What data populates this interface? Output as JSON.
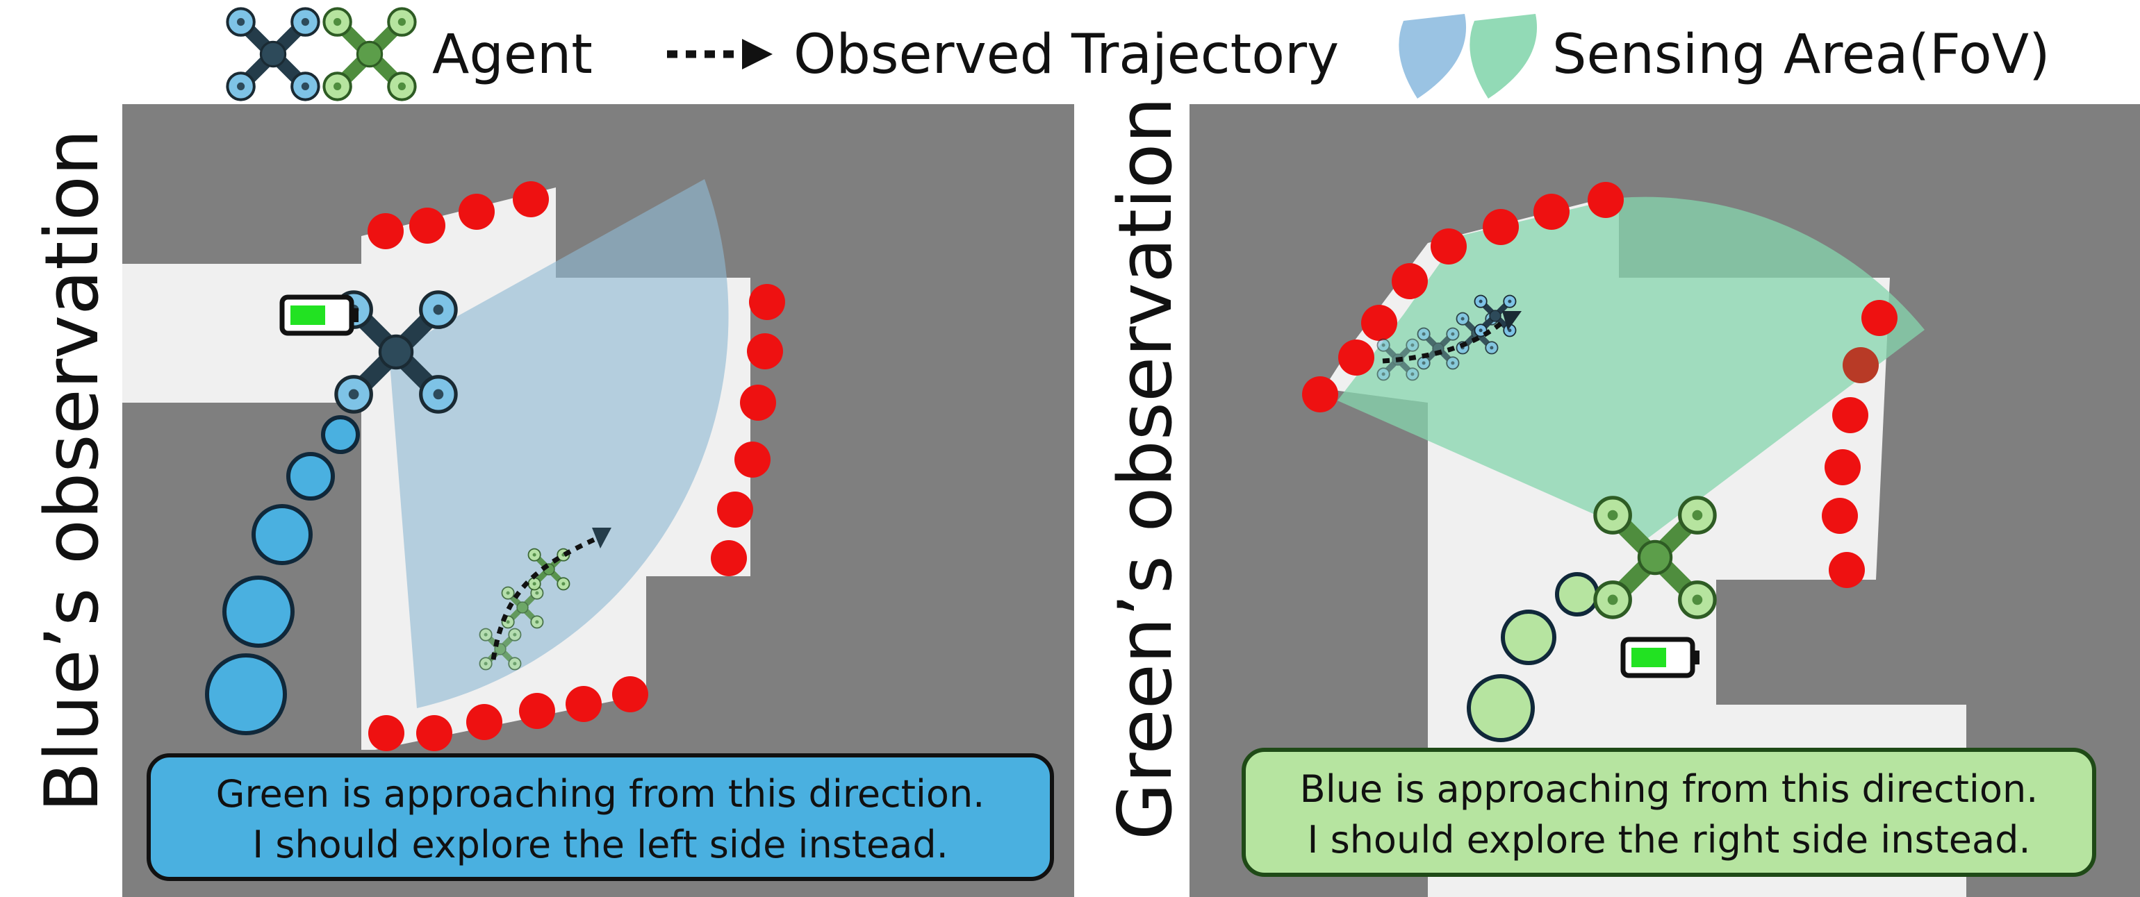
{
  "legend": {
    "agent_label": "Agent",
    "trajectory_label": "Observed Trajectory",
    "sensing_label": "Sensing Area(FoV)"
  },
  "left_panel": {
    "side_label": "Blue’s observation",
    "bubble_line1": "Green is approaching from this direction.",
    "bubble_line2": "I should explore the left side instead."
  },
  "right_panel": {
    "side_label": "Green’s observation",
    "bubble_line1": "Blue is approaching from this direction.",
    "bubble_line2": "I should explore the right side instead."
  },
  "colors": {
    "blue_agent": "#6BB6DE",
    "blue_agent_dark": "#2D4A5A",
    "green_agent": "#5C9E4A",
    "green_agent_light": "#A3D98E",
    "blue_fov": "#8FB9D4",
    "green_fov": "#86D6AE",
    "blue_bubble": "#4AB0E0",
    "green_bubble": "#B6E4A0",
    "frontier": "#EE1111",
    "wall": "#7F7F7F",
    "free_space": "#F0F0F0",
    "battery_charge": "#22E222"
  },
  "icons": {
    "agent": "quadcopter-icon",
    "battery": "battery-icon",
    "trajectory": "dotted-arrow-icon"
  }
}
